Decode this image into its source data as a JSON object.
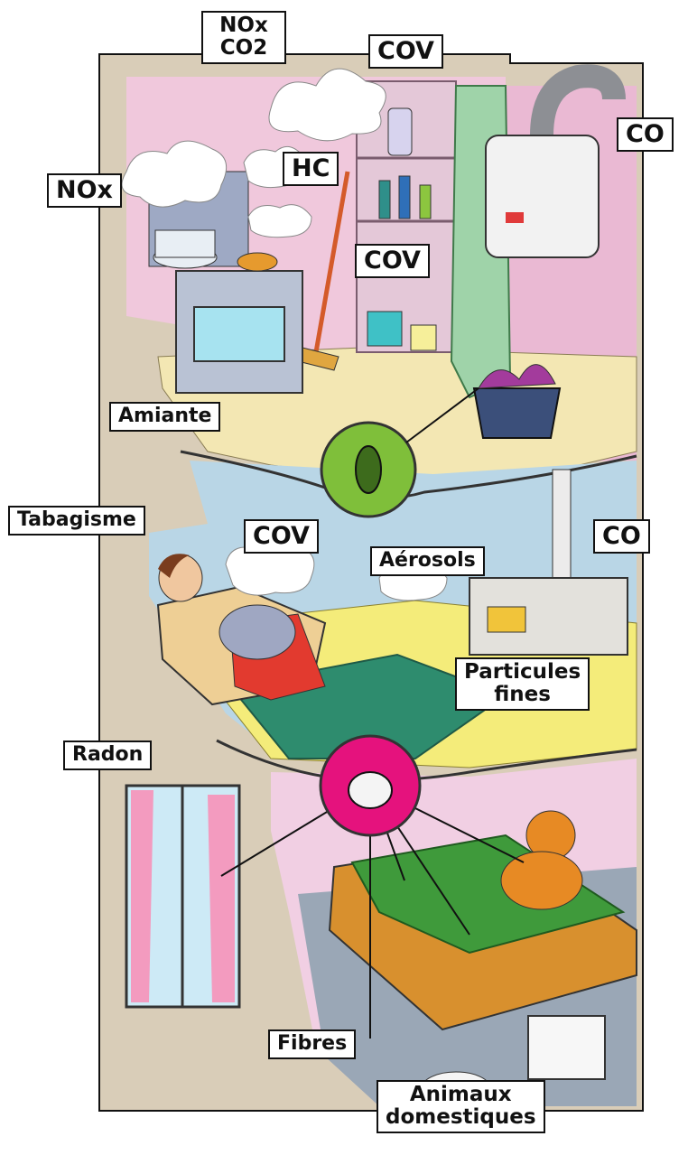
{
  "labels": {
    "nox_co2_line1": "NOx",
    "nox_co2_line2": "CO2",
    "cov_top": "COV",
    "co_top": "CO",
    "nox_left": "NOx",
    "hc": "HC",
    "cov_middle": "COV",
    "amiante": "Amiante",
    "tabagisme": "Tabagisme",
    "cov_living": "COV",
    "co_right": "CO",
    "aerosols": "Aérosols",
    "particules_line1": "Particules",
    "particules_line2": "fines",
    "radon": "Radon",
    "fibres": "Fibres",
    "animaux_line1": "Animaux",
    "animaux_line2": "domestiques"
  },
  "colors": {
    "wall_beige": "#d9cdb8",
    "kitchen_wall": "#f0c8dc",
    "kitchen_floor": "#f3e7b3",
    "living_wall": "#b9d6e6",
    "carpet_yellow": "#f4ec7a",
    "rug_green": "#2e8c6e",
    "bedroom_wall": "#f1cfe3",
    "bedroom_floor": "#9aa7b6",
    "insect_green": "#7fbf3a",
    "mite_magenta": "#e5127d",
    "smoke_white": "#ffffff",
    "label_border": "#111111"
  }
}
